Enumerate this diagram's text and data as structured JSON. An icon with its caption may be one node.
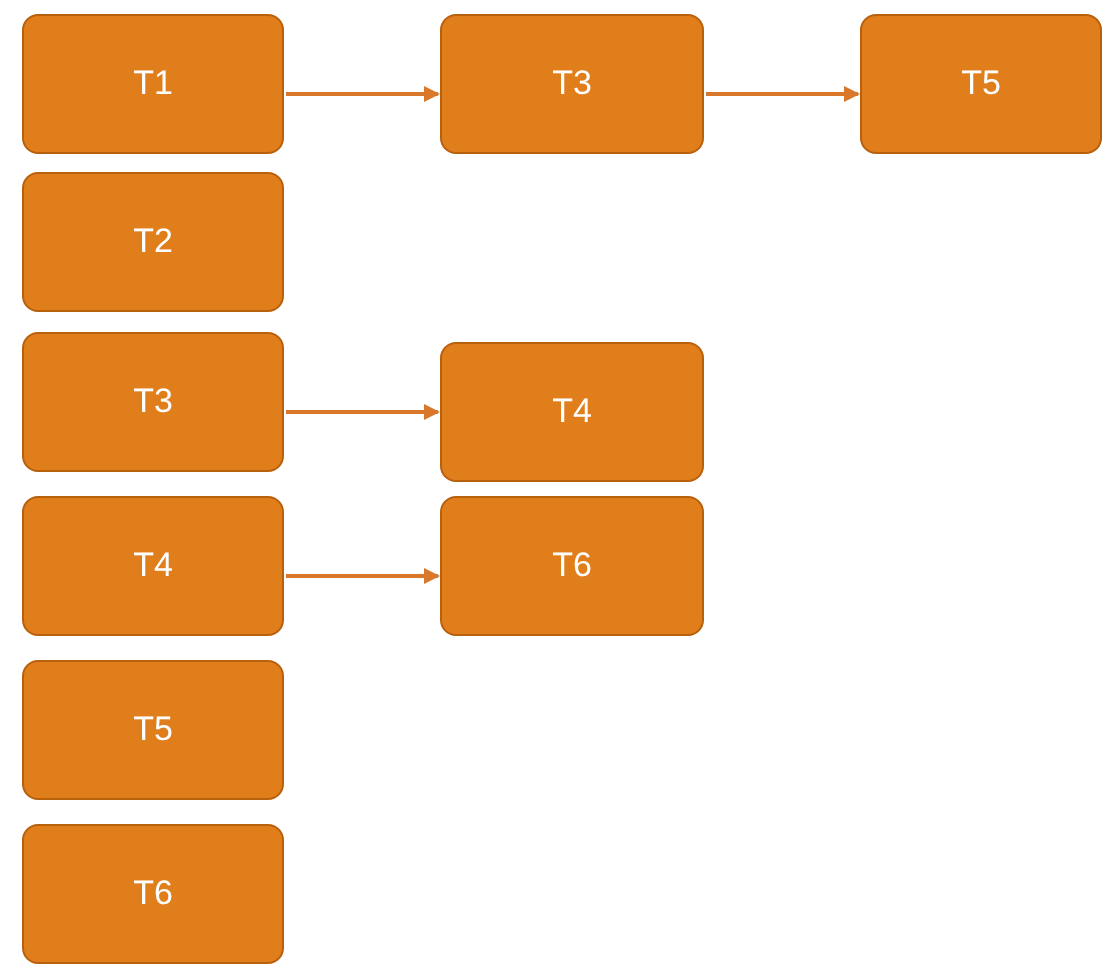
{
  "diagram": {
    "nodes": [
      {
        "text": [
          "T1"
        ]
      },
      {
        "text": [
          "T3"
        ]
      },
      {
        "text": [
          "T5"
        ]
      },
      {
        "text": [
          "T2"
        ]
      },
      {
        "text": [
          "T3"
        ]
      },
      {
        "text": [
          "T4"
        ]
      },
      {
        "text": [
          "T4"
        ]
      },
      {
        "text": [
          "T6"
        ]
      },
      {
        "text": [
          "T5"
        ]
      },
      {
        "text": [
          "T6"
        ]
      }
    ],
    "edges": [
      {
        "from": 0,
        "to": 1,
        "arrow": "to"
      },
      {
        "from": 1,
        "to": 2,
        "arrow": "to"
      },
      {
        "from": 4,
        "to": 5,
        "arrow": "to"
      },
      {
        "from": 6,
        "to": 7,
        "arrow": "to"
      }
    ]
  }
}
